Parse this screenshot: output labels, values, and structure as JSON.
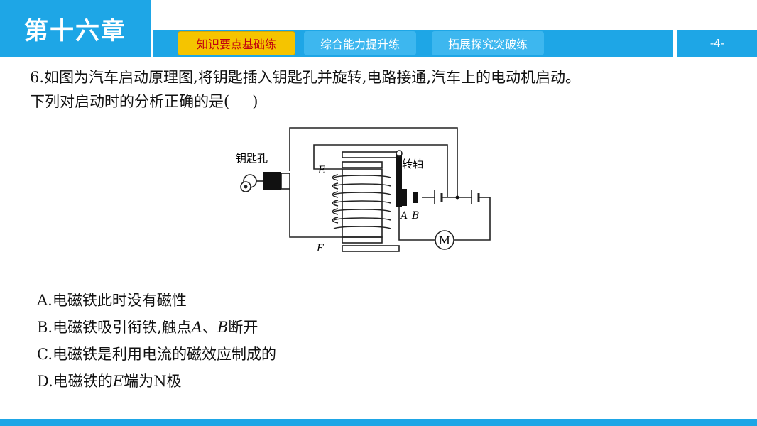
{
  "header": {
    "chapter_title": "第十六章",
    "tabs": [
      {
        "label": "知识要点基础练",
        "active": true
      },
      {
        "label": "综合能力提升练",
        "active": false
      },
      {
        "label": "拓展探究突破练",
        "active": false
      }
    ],
    "page_number": "-4-"
  },
  "question": {
    "line1": "6.如图为汽车启动原理图,将钥匙插入钥匙孔并旋转,电路接通,汽车上的电动机启动。",
    "line2_prefix": "下列对启动时的分析正确的是(",
    "line2_suffix": ")"
  },
  "diagram": {
    "keyhole_label": "钥匙孔",
    "pivot_label": "转轴",
    "label_e": "E",
    "label_f": "F",
    "label_a": "A",
    "label_b": "B",
    "motor_label": "M"
  },
  "options": [
    {
      "letter": "A.",
      "text": "电磁铁此时没有磁性"
    },
    {
      "letter": "B.",
      "text_pre": "电磁铁吸引衔铁,触点",
      "a": "A",
      "sep": "、",
      "b": "B",
      "text_post": "断开"
    },
    {
      "letter": "C.",
      "text": "电磁铁是利用电流的磁效应制成的"
    },
    {
      "letter": "D.",
      "text_pre": "电磁铁的",
      "e": "E",
      "text_post": "端为N极"
    }
  ],
  "colors": {
    "header_blue": "#1ea6e6",
    "active_tab_yellow": "#f5c400",
    "active_tab_text": "#c1000f"
  }
}
